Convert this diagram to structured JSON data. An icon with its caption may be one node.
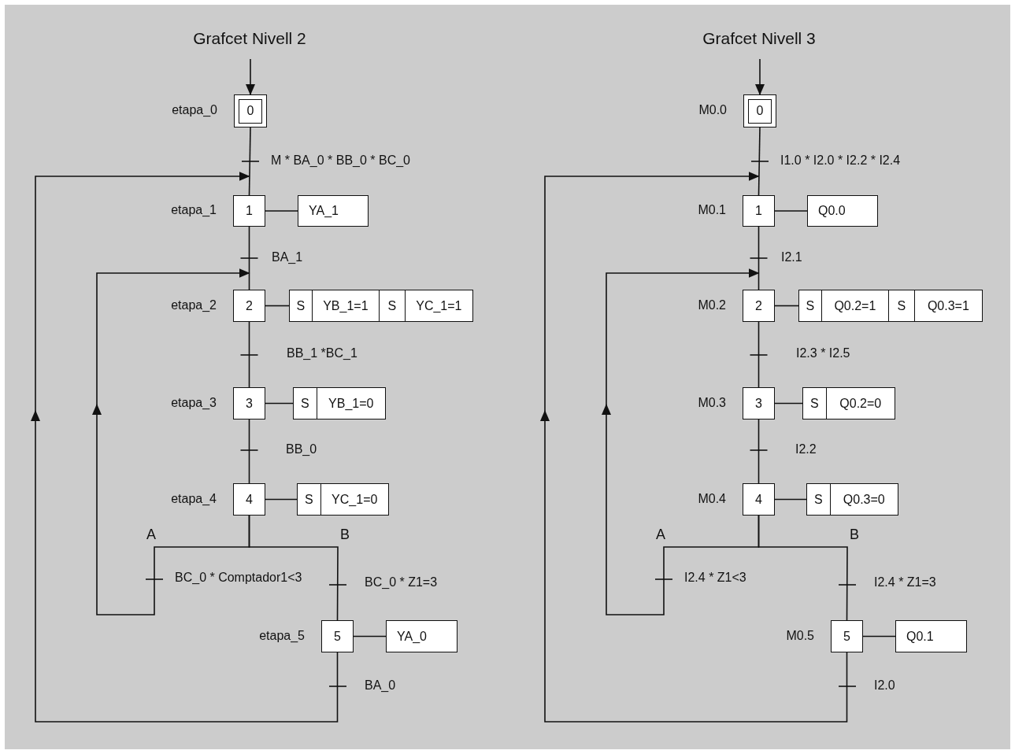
{
  "diagram": {
    "nodes": [
      {
        "text": [
          "0"
        ],
        "beside": [
          "etapa_0"
        ]
      },
      {
        "text": [
          "1"
        ],
        "beside": [
          "etapa_1"
        ]
      },
      {
        "text": [
          "YA_1"
        ]
      },
      {
        "text": [
          "2"
        ],
        "beside": [
          "etapa_2"
        ]
      },
      {
        "text": [
          "S",
          "YB_1=1",
          "S",
          "YC_1=1"
        ]
      },
      {
        "text": [
          "3"
        ],
        "beside": [
          "etapa_3"
        ]
      },
      {
        "text": [
          "S",
          "YB_1=0"
        ]
      },
      {
        "text": [
          "4"
        ],
        "beside": [
          "etapa_4"
        ]
      },
      {
        "text": [
          "S",
          "YC_1=0"
        ]
      },
      {
        "text": [
          "5"
        ],
        "beside": [
          "etapa_5"
        ]
      },
      {
        "text": [
          "YA_0"
        ]
      },
      {
        "text": [
          "0"
        ],
        "beside": [
          "M0.0"
        ]
      },
      {
        "text": [
          "1"
        ],
        "beside": [
          "M0.1"
        ]
      },
      {
        "text": [
          "Q0.0"
        ]
      },
      {
        "text": [
          "2"
        ],
        "beside": [
          "M0.2"
        ]
      },
      {
        "text": [
          "S",
          "Q0.2=1",
          "S",
          "Q0.3=1"
        ]
      },
      {
        "text": [
          "3"
        ],
        "beside": [
          "M0.3"
        ]
      },
      {
        "text": [
          "S",
          "Q0.2=0"
        ]
      },
      {
        "text": [
          "4"
        ],
        "beside": [
          "M0.4"
        ]
      },
      {
        "text": [
          "S",
          "Q0.3=0"
        ]
      },
      {
        "text": [
          "5"
        ],
        "beside": [
          "M0.5"
        ]
      },
      {
        "text": [
          "Q0.1"
        ]
      }
    ],
    "edges": [
      {
        "from": null,
        "to": 0,
        "arrow": "to"
      },
      {
        "from": 0,
        "to": 1,
        "arrow": "none",
        "label": "M * BA_0 * BB_0 * BC_0"
      },
      {
        "from": 1,
        "to": 2,
        "arrow": "none"
      },
      {
        "from": 1,
        "to": 3,
        "arrow": "none",
        "label": "BA_1"
      },
      {
        "from": 3,
        "to": 4,
        "arrow": "none"
      },
      {
        "from": 3,
        "to": 5,
        "arrow": "none",
        "label": "BB_1 *BC_1"
      },
      {
        "from": 5,
        "to": 6,
        "arrow": "none"
      },
      {
        "from": 5,
        "to": 7,
        "arrow": "none",
        "label": "BB_0"
      },
      {
        "from": 7,
        "to": 8,
        "arrow": "none"
      },
      {
        "from": 7,
        "to": 3,
        "arrow": "to",
        "label": "BC_0 * Comptador1<3"
      },
      {
        "from": 7,
        "to": 9,
        "arrow": "none",
        "label": "BC_0 * Z1=3"
      },
      {
        "from": 9,
        "to": 10,
        "arrow": "none"
      },
      {
        "from": 9,
        "to": 1,
        "arrow": "to",
        "label": "BA_0"
      },
      {
        "from": null,
        "to": 11,
        "arrow": "to"
      },
      {
        "from": 11,
        "to": 12,
        "arrow": "none",
        "label": "I1.0 * I2.0 * I2.2 * I2.4"
      },
      {
        "from": 12,
        "to": 13,
        "arrow": "none"
      },
      {
        "from": 12,
        "to": 14,
        "arrow": "none",
        "label": "I2.1"
      },
      {
        "from": 14,
        "to": 15,
        "arrow": "none"
      },
      {
        "from": 14,
        "to": 16,
        "arrow": "none",
        "label": "I2.3 * I2.5"
      },
      {
        "from": 16,
        "to": 17,
        "arrow": "none"
      },
      {
        "from": 16,
        "to": 18,
        "arrow": "none",
        "label": "I2.2"
      },
      {
        "from": 18,
        "to": 19,
        "arrow": "none"
      },
      {
        "from": 18,
        "to": 14,
        "arrow": "to",
        "label": "I2.4 * Z1<3"
      },
      {
        "from": 18,
        "to": 20,
        "arrow": "none",
        "label": "I2.4 * Z1=3"
      },
      {
        "from": 20,
        "to": 21,
        "arrow": "none"
      },
      {
        "from": 20,
        "to": 12,
        "arrow": "to",
        "label": "I2.0"
      }
    ],
    "labels": [
      "Grafcet Nivell 2",
      "A",
      "B",
      "Grafcet Nivell 3",
      "A",
      "B"
    ]
  }
}
